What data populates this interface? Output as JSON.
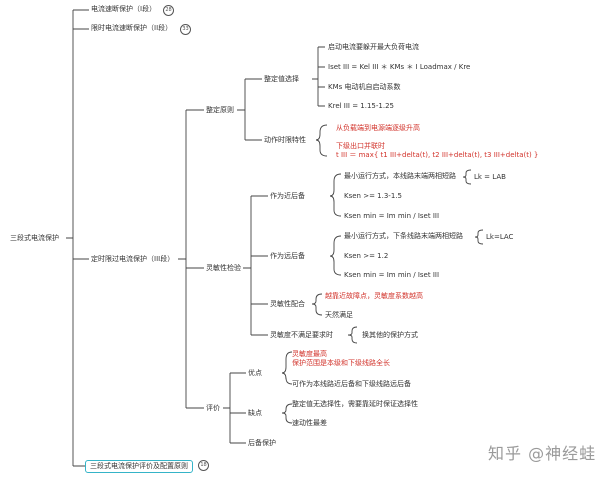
{
  "root": "三段式电流保护",
  "l1": {
    "instant": "电流速断保护（I段）",
    "instant_count": "28",
    "timed": "限时电流速断保护（II段）",
    "timed_count": "33",
    "definite": "定时限过电流保护（III段）",
    "evaluation": "三段式电流保护评价及配置原则",
    "evaluation_count": "18"
  },
  "setting_principle": {
    "label": "整定原则",
    "value_select": {
      "label": "整定值选择",
      "items": [
        "启动电流要躲开最大负荷电流",
        "Iset III = Kel III ＊ KMs ＊ I Loadmax / Kre",
        "KMs 电动机自启动系数",
        "Krel III = 1.15-1.25"
      ]
    },
    "action_time": {
      "label": "动作时限特性",
      "line1": "从负载端到电源端逐级升高",
      "line2": "下级出口并联时",
      "line3": "t III ＝ max{ t1 III+delta(t), t2 III+delta(t), t3 III+delta(t) }"
    }
  },
  "sensitivity": {
    "label": "灵敏性检验",
    "near": {
      "label": "作为近后备",
      "items": [
        "最小运行方式，本线路末端两相短路",
        "Ksen >= 1.3-1.5",
        "Ksen min = Im min / Iset III"
      ],
      "note": "Lk = LAB"
    },
    "far": {
      "label": "作为远后备",
      "items": [
        "最小运行方式，下条线路末端两相短路",
        "Ksen >= 1.2",
        "Ksen min = Im min / Iset III"
      ],
      "note": "Lk=LAC"
    },
    "coord": {
      "label": "灵敏性配合",
      "line1": "越靠近故障点，灵敏度系数越高",
      "line2": "天然满足"
    },
    "fail": {
      "label": "灵敏度不满足要求时",
      "item": "换其他的保护方式"
    }
  },
  "evaluation": {
    "label": "评价",
    "pros": {
      "label": "优点",
      "line1": "灵敏度最高",
      "line2": "保护范围是本级和下级线路全长",
      "line3": "可作为本线路近后备和下级线路远后备"
    },
    "cons": {
      "label": "缺点",
      "line1": "整定值无选择性，需要靠延时保证选择性",
      "line2": "速动性最差"
    },
    "backup": "后备保护"
  },
  "watermark": "知乎 @神经蛙",
  "colors": {
    "accent": "#35b4c8",
    "highlight": "#d2332b",
    "line": "#444444",
    "text": "#333333"
  }
}
